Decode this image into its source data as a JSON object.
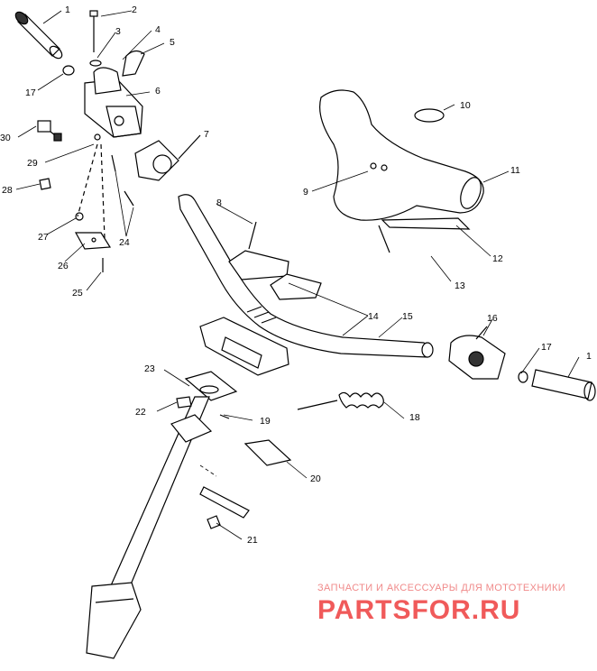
{
  "callouts": [
    "1",
    "2",
    "3",
    "4",
    "5",
    "6",
    "7",
    "8",
    "9",
    "10",
    "11",
    "12",
    "13",
    "14",
    "15",
    "16",
    "17",
    "18",
    "19",
    "20",
    "21",
    "22",
    "23",
    "24",
    "25",
    "26",
    "27",
    "28",
    "29",
    "30",
    "17",
    "1"
  ],
  "watermark": {
    "tagline": "ЗАПЧАСТИ И АКСЕССУАРЫ ДЛЯ МОТОТЕХНИКИ",
    "logo": "PARTSFOR.RU",
    "color": "#f05a5a"
  }
}
